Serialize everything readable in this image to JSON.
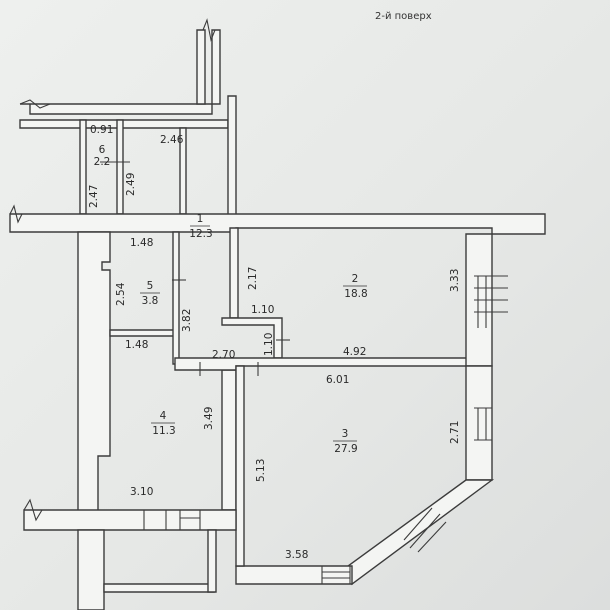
{
  "title": "2-й поверх",
  "rooms": [
    {
      "id": "1",
      "number": "1",
      "area": "12.3"
    },
    {
      "id": "2",
      "number": "2",
      "area": "18.8"
    },
    {
      "id": "3",
      "number": "3",
      "area": "27.9"
    },
    {
      "id": "4",
      "number": "4",
      "area": "11.3"
    },
    {
      "id": "5",
      "number": "5",
      "area": "3.8"
    },
    {
      "id": "6",
      "number": "6",
      "area": "2.2"
    }
  ],
  "dimensions": [
    {
      "id": "d091",
      "text": "0.91"
    },
    {
      "id": "d246",
      "text": "2.46"
    },
    {
      "id": "d247",
      "text": "2.47"
    },
    {
      "id": "d249",
      "text": "2.49"
    },
    {
      "id": "d148a",
      "text": "1.48"
    },
    {
      "id": "d254",
      "text": "2.54"
    },
    {
      "id": "d382",
      "text": "3.82"
    },
    {
      "id": "d148b",
      "text": "1.48"
    },
    {
      "id": "d217",
      "text": "2.17"
    },
    {
      "id": "d110a",
      "text": "1.10"
    },
    {
      "id": "d110b",
      "text": "1.10"
    },
    {
      "id": "d270",
      "text": "2.70"
    },
    {
      "id": "d492",
      "text": "4.92"
    },
    {
      "id": "d333",
      "text": "3.33"
    },
    {
      "id": "d601",
      "text": "6.01"
    },
    {
      "id": "d271",
      "text": "2.71"
    },
    {
      "id": "d349",
      "text": "3.49"
    },
    {
      "id": "d513",
      "text": "5.13"
    },
    {
      "id": "d310",
      "text": "3.10"
    },
    {
      "id": "d358",
      "text": "3.58"
    }
  ]
}
